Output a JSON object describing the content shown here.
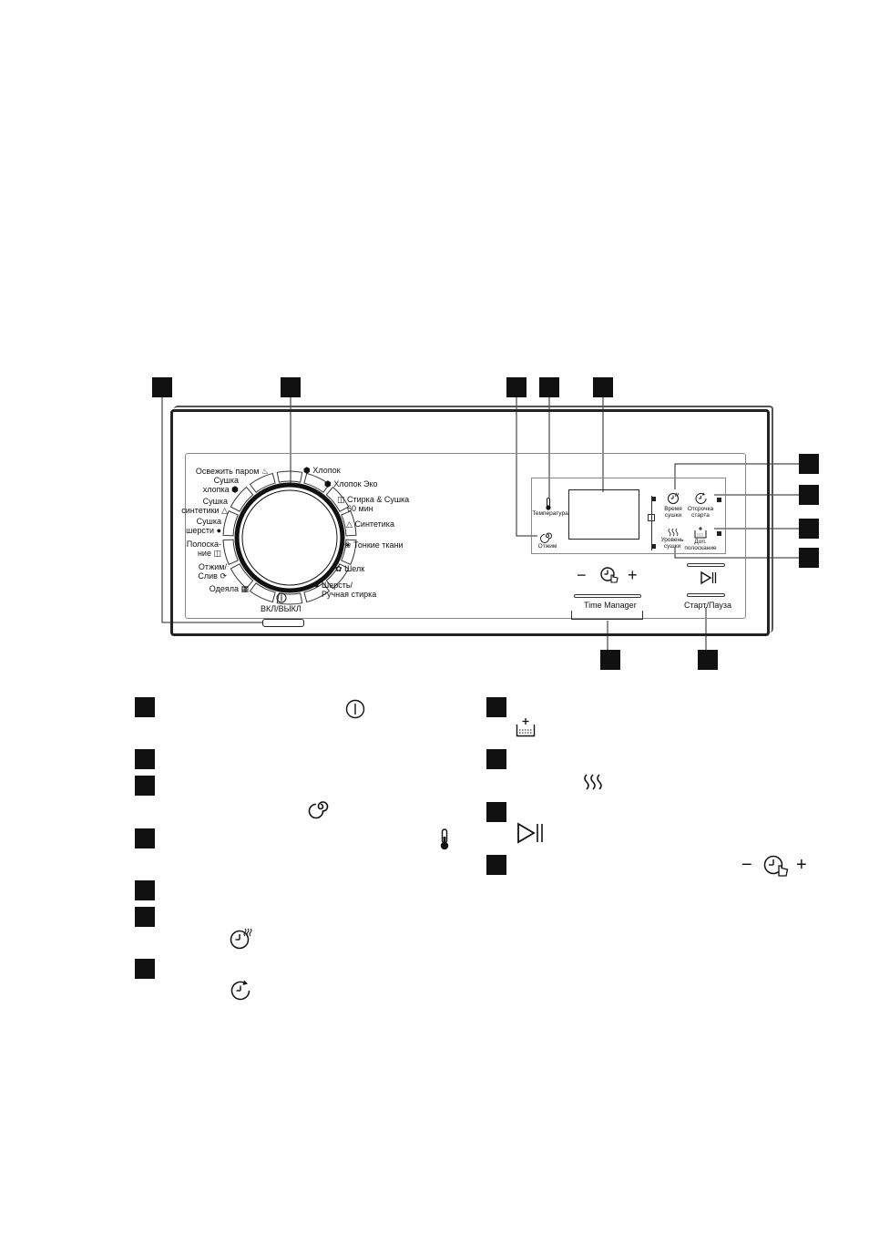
{
  "dial": {
    "left_programs": [
      "Освежить паром",
      "Сушка\nхлопка",
      "Сушка\nсинтетики",
      "Сушка\nшерсти",
      "Полоска-\nние",
      "Отжим/\nСлив",
      "Одеяла"
    ],
    "right_programs": [
      "Хлопок",
      "Хлопок Эко",
      "Стирка & Сушка\n60 мин",
      "Синтетика",
      "Тонкие ткани",
      "Шелк",
      "Шерсть/\nРучная стирка"
    ],
    "power_label": "ВКЛ/ВЫКЛ"
  },
  "display": {
    "temperature_label": "Температура",
    "spin_label": "Отжим",
    "dry_time_label": "Время\nсушки",
    "delay_label": "Отсрочка\nстарта",
    "dry_level_label": "Уровень\nсушки",
    "extra_rinse_label": "Доп.\nполоскание"
  },
  "buttons": {
    "time_manager_label": "Time Manager",
    "start_pause_label": "Старт/Пауза",
    "minus_symbol": "−",
    "plus_symbol": "+"
  },
  "icons": [
    "power-icon",
    "spin-icon",
    "thermometer-icon",
    "dry-time-icon",
    "delay-start-icon",
    "extra-rinse-icon",
    "dry-level-icon",
    "start-pause-icon",
    "time-manager-icon"
  ]
}
